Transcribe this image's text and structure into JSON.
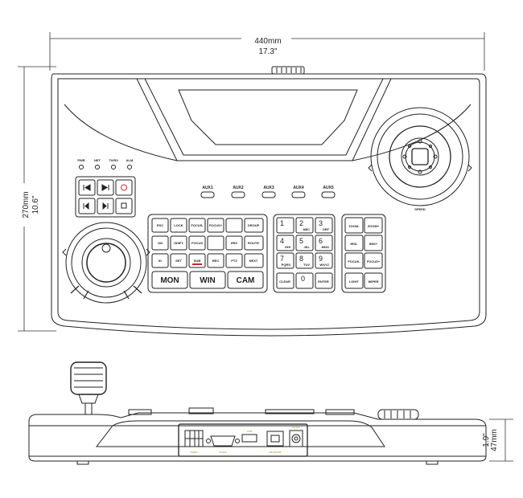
{
  "dimensions": {
    "width_mm": "440mm",
    "width_in": "17.3\"",
    "height_mm": "270mm",
    "height_in": "10.6\"",
    "depth_mm": "47mm",
    "depth_in": "1.9\""
  },
  "indicators": [
    "PWR",
    "NET",
    "TX/RX",
    "ALM"
  ],
  "aux_buttons": [
    "AUX1",
    "AUX2",
    "AUX3",
    "AUX4",
    "AUX5"
  ],
  "function_keys": [
    [
      "ESC",
      "LOCK",
      "FOCUS-",
      "FOCUS+",
      "GROUP"
    ],
    [
      "ON",
      "SHIFT",
      "FOCUS",
      "IRIS",
      "ROUTE"
    ],
    [
      "ID",
      "SET",
      "SUB",
      "REC",
      "PTZ",
      "NEXT"
    ]
  ],
  "mode_keys": [
    "MON",
    "WIN",
    "CAM"
  ],
  "numeric_keys": [
    "1",
    "2",
    "3",
    "4",
    "5",
    "6",
    "7",
    "8",
    "9",
    "CLEAR",
    "0",
    "ENTER"
  ],
  "numeric_sublabels": [
    "",
    "ABC",
    "DEF",
    "GHI",
    "JKL",
    "MNO",
    "PQRS",
    "TUV",
    "WXYZ",
    "",
    "",
    ""
  ],
  "right_keys": [
    "ZOOM-",
    "ZOOM+",
    "IRIS-",
    "IRIS+",
    "FOCUS-",
    "FOCUS+",
    "LIGHT",
    "WIPER"
  ],
  "speed_label": "SPEED",
  "rear_ports": [
    "RS485",
    "RS232",
    "USB",
    "NETWORK",
    "DC12V"
  ]
}
